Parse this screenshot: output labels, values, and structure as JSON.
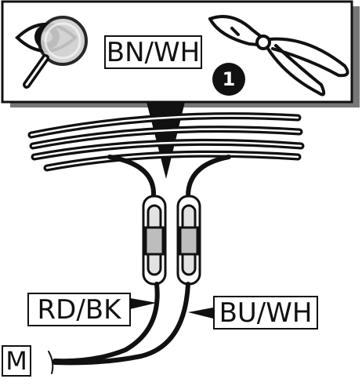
{
  "labels": {
    "top_wire_color": "BN/WH",
    "left_wire_color": "RD/BK",
    "right_wire_color": "BU/WH",
    "motor": "M"
  },
  "step_number": "1",
  "icons": [
    "inspect-eye-icon",
    "diagonal-cutter-icon"
  ]
}
